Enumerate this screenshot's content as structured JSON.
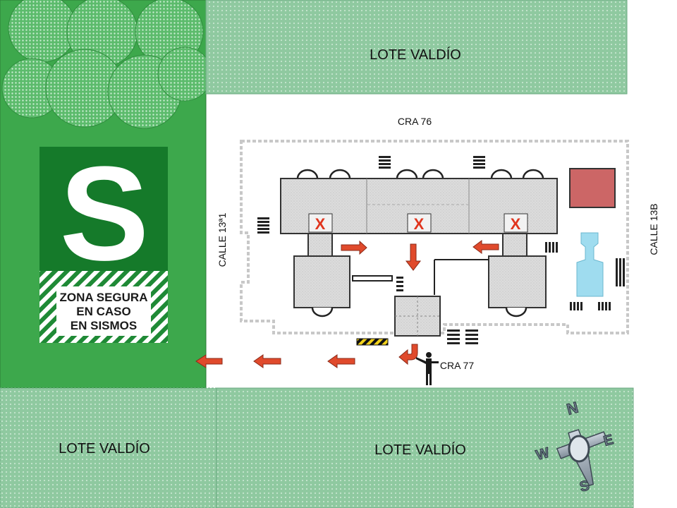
{
  "labels": {
    "lot_top": "LOTE VALDÍO",
    "lot_bottom_left": "LOTE VALDÍO",
    "lot_bottom_right": "LOTE VALDÍO",
    "street_north": "CRA 76",
    "street_south": "CRA 77",
    "street_west": "CALLE 13ª1",
    "street_east": "CALLE 13B"
  },
  "sign": {
    "letter": "S",
    "line1": "ZONA SEGURA",
    "line2": "EN CASO",
    "line3": "EN SISMOS"
  },
  "markers": [
    "X",
    "X",
    "X"
  ],
  "compass": {
    "n": "N",
    "s": "S",
    "e": "E",
    "w": "W"
  },
  "colors": {
    "safe_zone_green": "#3da84c",
    "vacant_lot_green": "#8fc9a0",
    "sign_green": "#157a2a",
    "arrow_red": "#e04a2c",
    "marker_red": "#e0351e",
    "utility_box": "#cc6666",
    "water_tank": "#9fdcef"
  }
}
